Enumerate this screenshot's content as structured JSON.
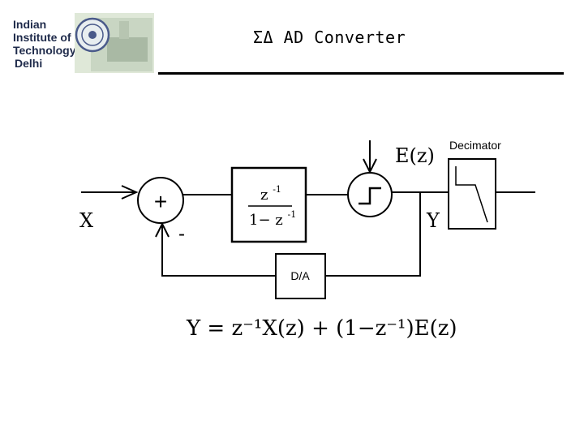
{
  "header": {
    "institute_lines": [
      "Indian",
      "Institute of",
      "Technology",
      "Delhi"
    ],
    "title": "ΣΔ AD Converter"
  },
  "diagram": {
    "input_label": "X",
    "summer_symbol": "+",
    "feedback_sign": "-",
    "filter_numerator": "z",
    "filter_numerator_exp": "-1",
    "filter_denominator": "1− z",
    "filter_denominator_exp": "-1",
    "error_label": "E(z)",
    "output_label": "Y",
    "decimator_label": "Decimator",
    "dac_label": "D/A",
    "equation": "Y = z⁻¹X(z) + (1−z⁻¹)E(z)"
  },
  "colors": {
    "logo_text": "#1e2a4a",
    "rule": "#000000"
  }
}
